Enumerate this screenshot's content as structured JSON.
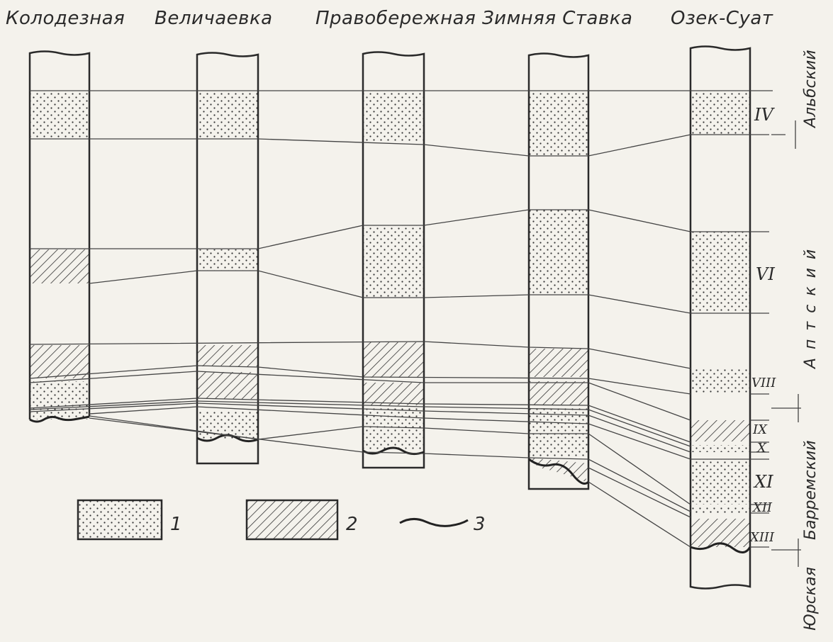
{
  "wells": [
    {
      "id": "kolodeznaya",
      "name": "Колодезная"
    },
    {
      "id": "velichaevka",
      "name": "Величаевка"
    },
    {
      "id": "pravoberezhnaya",
      "name": "Правобережная"
    },
    {
      "id": "zimnyaya-stavka",
      "name": "Зимняя Ставка"
    },
    {
      "id": "ozek-suat",
      "name": "Озек-Суат"
    }
  ],
  "stages": {
    "albian": "Альбский",
    "aptian": "Аптский",
    "barremian": "Барремский",
    "jurassic": "Юрская"
  },
  "horizons": {
    "iv": "IV",
    "vi": "VI",
    "viii": "VIII",
    "ix": "IX",
    "x": "X",
    "xi": "XI",
    "xii": "XII",
    "xiii": "XIII"
  },
  "legend": {
    "sand_label": "1",
    "clay_label": "2",
    "unconformity_label": "3"
  },
  "colors": {
    "ink": "#2a2a2a",
    "paper": "#f4f2ec"
  }
}
